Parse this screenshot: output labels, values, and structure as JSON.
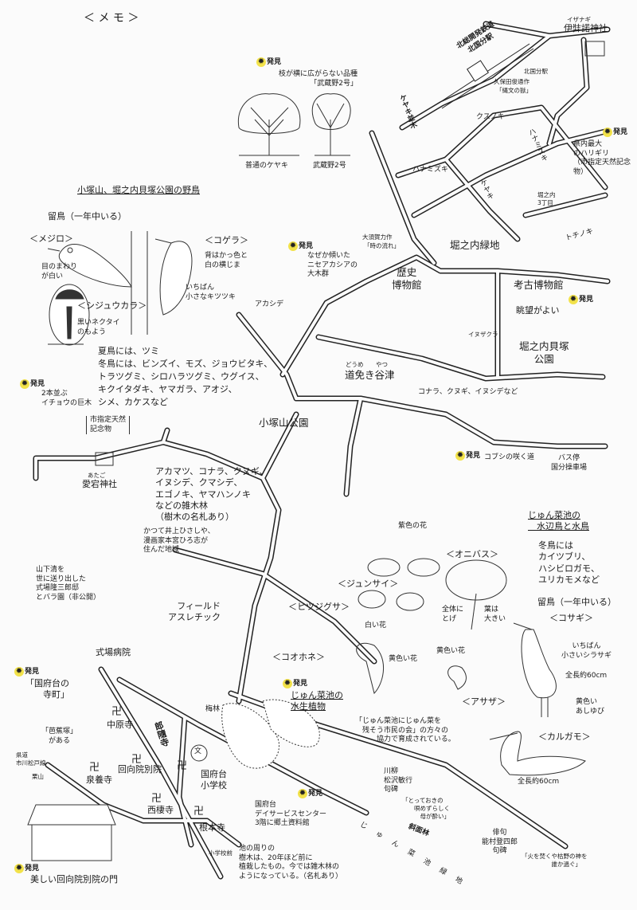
{
  "header": {
    "memo": "＜ メ モ ＞"
  },
  "discovery": "発見",
  "north": {
    "izanagi_ruby": "イザナギ",
    "izanagi_shrine": "伊弉諾神社",
    "railway": "北総開発鉄道\n北国分駅",
    "kita_kokubun_stop": "北国分駅",
    "kubota_artist": "久保田俊通作",
    "kubota_work": "「縄文の獄」",
    "musashino_note": "枝が横に広がらない品種\n「武蔵野2号」",
    "tree_normal": "普通のケヤキ",
    "tree_musashino": "武蔵野2号",
    "keyaki_namiki": "ケヤキ並木",
    "kusunoki": "クスノキ",
    "hanamizuki_1": "ハナミズキ",
    "hanamizuki_2": "ハナミズキ",
    "keyaki": "ケヤキ",
    "tochinoki": "トチノキ",
    "horinouchi_stop": "堀之内\n3丁目",
    "harigiri": "県内最大\nのハリギリ\n（市指定天然記念物）"
  },
  "museum_area": {
    "horinouchi_ryokuchi": "堀之内緑地",
    "osuga_artist": "大須賀力作",
    "osuga_work": "「時の流れ」",
    "nise_acacia": "なぜか傾いた\nニセアカシアの\n大木群",
    "history_museum": "歴史\n博物館",
    "archaeology_museum": "考古博物館",
    "good_view": "眺望がよい",
    "inuzakura": "イヌザクラ",
    "shell_mound_park": "堀之内貝塚\n公園",
    "akashide": "アカシデ",
    "doume_ruby": "どうめ",
    "yatsu_ruby": "やつ",
    "doume_yatsu": "道免き谷津",
    "trees_note": "コナラ、クヌギ、イヌシデなど",
    "kozukayama_park": "小塚山公園",
    "kobushi_road": "コブシの咲く道",
    "bus_stop": "バス停\n国分操車場"
  },
  "birds": {
    "title": "小塚山、堀之内貝塚公園の野鳥",
    "resident": "留鳥（一年中いる）",
    "mejiro": "＜メジロ＞",
    "mejiro_note": "目のまわり\nが白い",
    "kogera": "＜コゲラ＞",
    "kogera_note1": "背はかっ色と\n白の横じま",
    "kogera_note2": "いちばん\n小さなキツツキ",
    "shijukara": "＜シジュウカラ＞",
    "shijukara_note": "黒いネクタイ\nのもよう",
    "seasonal": "夏鳥には、ツミ\n冬鳥には、ビンズイ、モズ、ジョウビタキ、\nトラツグミ、シロハラツグミ、ウグイス、\nキクイタダキ、ヤマガラ、アオジ、\nシメ、カケスなど"
  },
  "west": {
    "ginkgo": "2本並ぶ\nイチョウの巨木",
    "ginkgo_designation": "市指定天然\n記念物",
    "atago_ruby": "あたご",
    "atago_shrine": "愛宕神社",
    "forest_trees": "アカマツ、コナラ、クヌギ、\nイヌシデ、クマシデ、\nエゴノキ、ヤマハンノキ\nなどの雑木林\n（樹木の名札あり）",
    "writers_area": "かつて井上ひさしや、\n漫画家本宮ひろ志が\n住んだ地域",
    "shikiba_residence": "山下清を\n世に送り出した\n式場隆三郎邸\nとバラ園（非公開）",
    "field_athletic": "フィールド\nアスレチック",
    "shikiba_hospital": "式場病院"
  },
  "plants": {
    "purple_flower": "紫色の花",
    "junsai": "＜ジュンサイ＞",
    "onibasu": "＜オニバス＞",
    "hitsujigusa": "＜ヒツジグサ＞",
    "white_flower": "白い花",
    "thorns": "全体に\nとげ",
    "big_leaves": "葉は\n大きい",
    "kouhone": "＜コオホネ＞",
    "yellow_flower_1": "黄色い花",
    "yellow_flower_2": "黄色い花",
    "asaza": "＜アサザ＞"
  },
  "waterbirds": {
    "title": "じゅん菜池の\n　水辺鳥と水鳥",
    "winter": "冬鳥には\nカイツブリ、\nハシビロガモ、\nユリカモメなど",
    "resident": "留鳥（一年中いる）",
    "kosagi": "＜コサギ＞",
    "kosagi_note": "いちばん\n小さいシラサギ",
    "kosagi_length": "全長約60cm",
    "yellow_toes": "黄色い\nあしゆび",
    "karugamo": "＜カルガモ＞",
    "karugamo_length": "全長約60cm"
  },
  "pond": {
    "aquatic_title": "じゅん菜池の\n水生植物",
    "citizens_note": "「じゅん菜池にじゅん菜を\n　残そう市民の会」の方々の\n　　　協力で育成されている。",
    "senryu_monument": "川柳\n松沢敏行\n句碑",
    "senryu_poem": "「とっておきの\n　　唄めずらしく\n　　　母が酔い」",
    "slope_forest": "斜面林",
    "pond_greenery": "じゅん菜池緑地",
    "haiku_monument": "俳句\n能村登四郎\n句碑",
    "haiku_poem": "「火を焚くや枯野の神を\n　　　　　誰か過ぐ」",
    "pond_trees_note": "池の周りの\n樹木は、20年ほど前に\n植栽したもの。今では雑木林の\nようになっている。（名札あり）",
    "plum_grove": "梅林"
  },
  "temples": {
    "teramachi": "「国府台の\n　　寺町」",
    "nakahara": "中原寺",
    "basho_mound": "「芭蕉塚」\nがある",
    "prefectural_road": "県道\n市川松戸線",
    "kuriyama": "栗山",
    "senyo": "泉養寺",
    "ekoin": "回向院別院",
    "sairen": "西棲寺",
    "soryo": "郎隨寺",
    "konpon": "根本寺",
    "school": "国府台\n小学校",
    "school_mark": "文",
    "day_service": "国府台\nデイサービスセンター\n3階に郷土資料館",
    "school_stop": "小学校前",
    "gate": "美しい回向院別院の門"
  }
}
